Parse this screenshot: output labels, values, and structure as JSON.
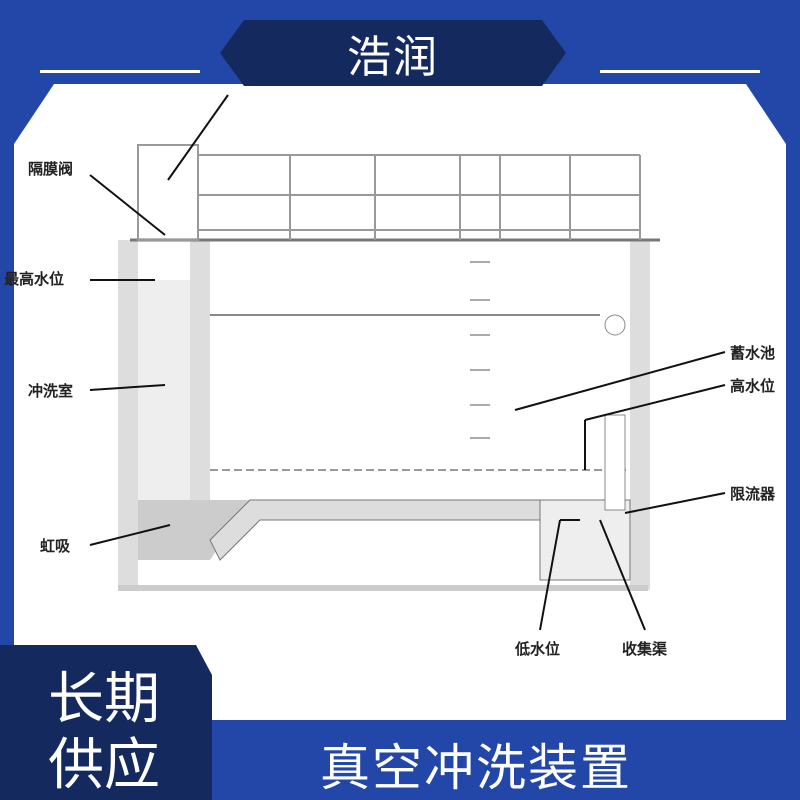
{
  "brand": "浩润",
  "badge": {
    "line1": "长期",
    "line2": "供应"
  },
  "product_title": "真空冲洗装置",
  "diagram_labels": {
    "diaphragm_valve": "隔膜阀",
    "highest_water_level": "最高水位",
    "flush_chamber": "冲洗室",
    "siphon": "虹吸",
    "storage_tank": "蓄水池",
    "high_water_level": "高水位",
    "flow_limiter": "限流器",
    "low_water_level": "低水位",
    "collection_channel": "收集渠"
  },
  "colors": {
    "background": "#2347a8",
    "badge": "#14295e",
    "panel": "#ffffff"
  }
}
